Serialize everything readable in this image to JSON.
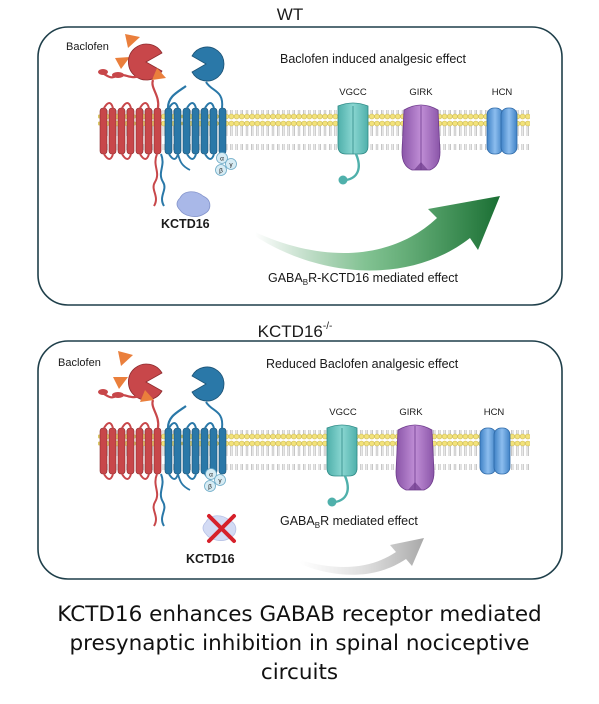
{
  "panels": [
    {
      "title": "WT",
      "ligand_label": "Baclofen",
      "effect_label": "Baclofen induced  analgesic effect",
      "channels": [
        "VGCC",
        "GIRK",
        "HCN"
      ],
      "subunits": [
        "α",
        "β",
        "γ"
      ],
      "protein_label": "KCTD16",
      "pathway_label_pre": "GABA",
      "pathway_label_sub": "B",
      "pathway_label_post": "R-KCTD16 mediated effect"
    },
    {
      "title": "KCTD16",
      "title_superscript": "-/-",
      "ligand_label": "Baclofen",
      "effect_label": "Reduced Baclofen  analgesic effect",
      "channels": [
        "VGCC",
        "GIRK",
        "HCN"
      ],
      "subunits": [
        "α",
        "β",
        "γ"
      ],
      "protein_label": "KCTD16",
      "pathway_label_pre": "GABA",
      "pathway_label_sub": "B",
      "pathway_label_post": "R mediated effect"
    }
  ],
  "caption_lines": [
    "KCTD16 enhances GABAB receptor mediated",
    "presynaptic inhibition in spinal nociceptive",
    "circuits"
  ],
  "colors": {
    "panel_border": "#1f3f4a",
    "receptor_red": "#c8474a",
    "receptor_blue": "#2a78a8",
    "ligand_orange": "#ea7f3c",
    "vgcc": "#6cc5c0",
    "girk": "#a56fbf",
    "hcn": "#5b9bd8",
    "kctd16": "#a9b8e8",
    "arrow_green": "#1f7e3a",
    "arrow_gray": "#b5b5b5",
    "knockout_x": "#d6202a"
  }
}
